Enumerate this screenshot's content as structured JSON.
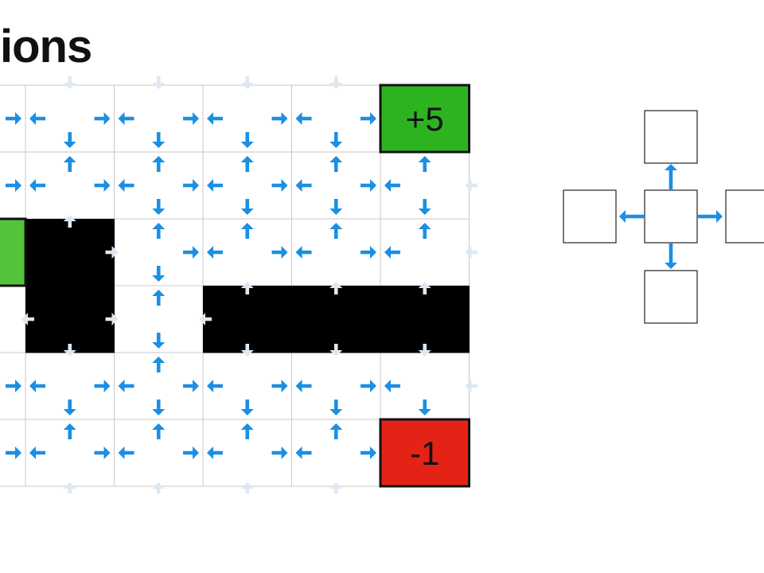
{
  "slide": {
    "title": "ions"
  },
  "grid": {
    "rows": 6,
    "cols": 6,
    "walls": [
      [
        2,
        1
      ],
      [
        3,
        1
      ],
      [
        3,
        3
      ],
      [
        3,
        4
      ],
      [
        3,
        5
      ]
    ],
    "terminals": [
      {
        "row": 0,
        "col": 5,
        "label": "+5",
        "color": "#2db31f"
      },
      {
        "row": 5,
        "col": 5,
        "label": "-1",
        "color": "#e52216"
      },
      {
        "row": 2,
        "col": 0,
        "label": "",
        "color": "#52c33a"
      }
    ],
    "colors": {
      "arrow": "#1b8fe3",
      "faint_arrow": "#dde8f2",
      "wall": "#000000",
      "grid_line": "#c9c9c9",
      "terminal_border": "#111111",
      "terminal_text": "#111111"
    }
  },
  "action_legend": {
    "actions": [
      "up",
      "down",
      "left",
      "right"
    ],
    "icon": "arrow-icon",
    "box_border": "#222222"
  }
}
